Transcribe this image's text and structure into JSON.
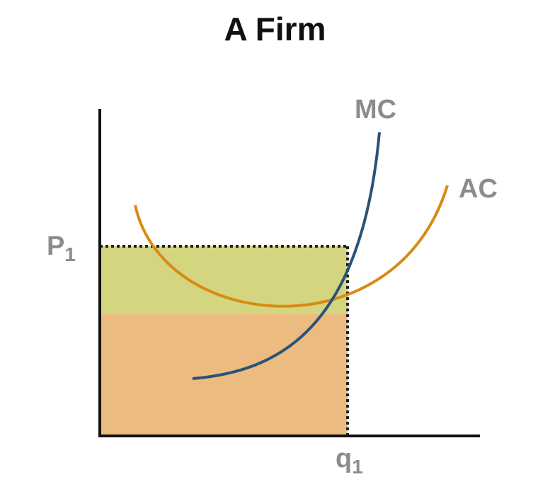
{
  "title": "A Firm",
  "labels": {
    "mc": "MC",
    "ac": "AC",
    "price": "P",
    "price_sub": "1",
    "quantity": "q",
    "quantity_sub": "1"
  },
  "colors": {
    "mc_curve": "#2a527a",
    "ac_curve": "#d98a14",
    "profit_area": "#d3d67e",
    "cost_area": "#ebbb80",
    "axis": "#111111",
    "guide_lines": "#222222"
  }
}
